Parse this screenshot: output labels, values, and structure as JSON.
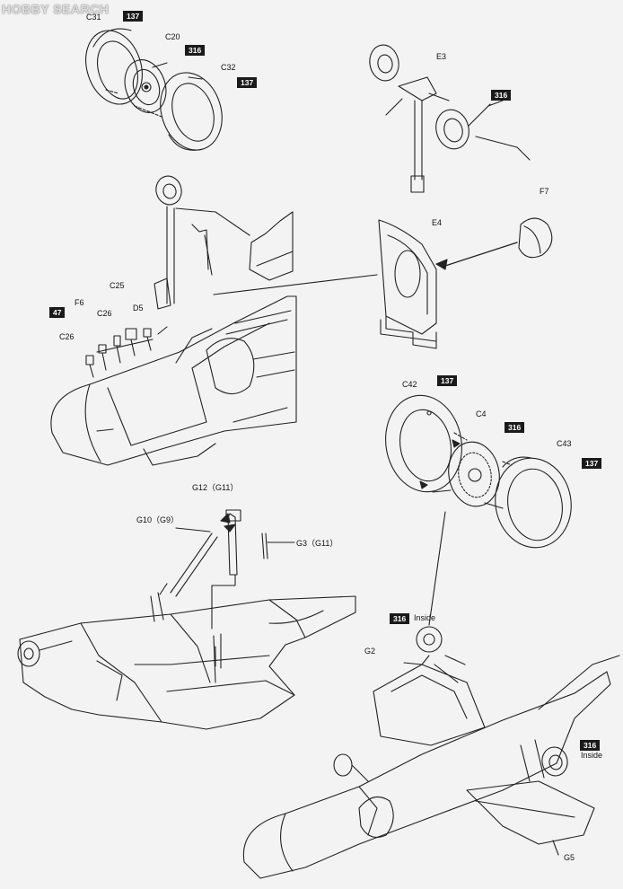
{
  "watermark": "HOBBY SEARCH",
  "parts": {
    "c31": "C31",
    "c20": "C20",
    "c32": "C32",
    "e3": "E3",
    "f7": "F7",
    "e4": "E4",
    "c25": "C25",
    "f6": "F6",
    "c26a": "C26",
    "c26b": "C26",
    "d5": "D5",
    "c42": "C42",
    "c4": "C4",
    "c43": "C43",
    "g12": "G12（G11）",
    "g10": "G10（G9）",
    "g3": "G3（G11）",
    "g2": "G2",
    "g5": "G5",
    "inside1": "Inside",
    "inside2": "Inside"
  },
  "paint": {
    "p137a": "137",
    "p316a": "316",
    "p137b": "137",
    "p316b": "316",
    "p47": "47",
    "p137c": "137",
    "p316c": "316",
    "p137d": "137",
    "p316d": "316",
    "p316e": "316"
  }
}
